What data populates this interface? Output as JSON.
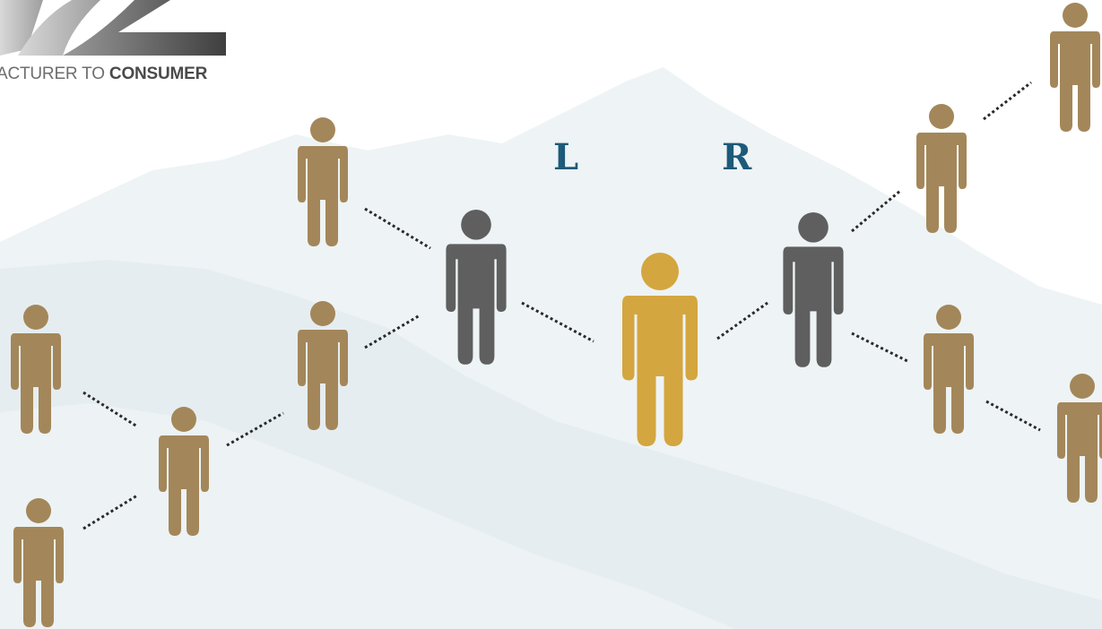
{
  "logo": {
    "tagline_light": "ACTURER TO",
    "tagline_bold": "CONSUMER"
  },
  "legs": {
    "left": "L",
    "right": "R"
  },
  "colors": {
    "root": "#d4a63f",
    "direct": "#5f5f5f",
    "downline": "#a3875a",
    "label": "#1d5a7a",
    "mountain_back": "#eef3f5",
    "mountain_front": "#e4ecef"
  },
  "figures": [
    {
      "id": "root",
      "role": "root",
      "level": 0
    },
    {
      "id": "L",
      "role": "direct",
      "level": 1,
      "parent": "root",
      "leg": "left"
    },
    {
      "id": "R",
      "role": "direct",
      "level": 1,
      "parent": "root",
      "leg": "right"
    },
    {
      "id": "L-up",
      "role": "downline",
      "level": 2,
      "parent": "L"
    },
    {
      "id": "L-down",
      "role": "downline",
      "level": 2,
      "parent": "L"
    },
    {
      "id": "L-down-1",
      "role": "downline",
      "level": 3,
      "parent": "L-down"
    },
    {
      "id": "L-down-1a",
      "role": "downline",
      "level": 4,
      "parent": "L-down-1"
    },
    {
      "id": "L-down-1b",
      "role": "downline",
      "level": 4,
      "parent": "L-down-1"
    },
    {
      "id": "R-up",
      "role": "downline",
      "level": 2,
      "parent": "R"
    },
    {
      "id": "R-up-1",
      "role": "downline",
      "level": 3,
      "parent": "R-up"
    },
    {
      "id": "R-down",
      "role": "downline",
      "level": 2,
      "parent": "R"
    },
    {
      "id": "R-down-1",
      "role": "downline",
      "level": 3,
      "parent": "R-down"
    }
  ]
}
